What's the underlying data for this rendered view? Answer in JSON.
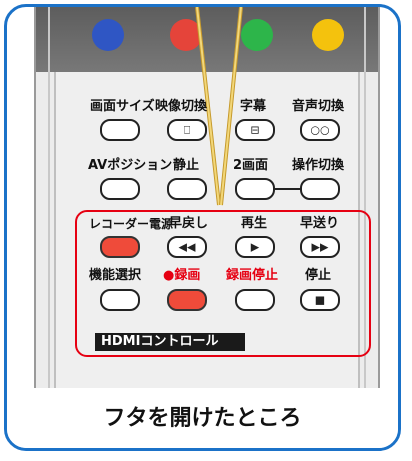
{
  "colors": {
    "frame_blue": "#1b72c8",
    "highlight_red": "#e60012",
    "blue_button": "#2f56c4",
    "red_button": "#e5443a",
    "green_button": "#2db54a",
    "yellow_button": "#f4c20d"
  },
  "labels": {
    "screen_size": "画面サイズ",
    "video_switch": "映像切換",
    "subtitle": "字幕",
    "audio_switch": "音声切換",
    "av_position": "AVポジション",
    "pause": "静止",
    "dual_screen": "2画面",
    "operation_switch": "操作切換",
    "recorder_power": "レコーダー電源",
    "rewind": "早戻し",
    "play": "再生",
    "fast_forward": "早送り",
    "function_select": "機能選択",
    "record": "●録画",
    "record_stop": "録画停止",
    "stop": "停止"
  },
  "hdmi_label": "HDMIコントロール",
  "caption": "フタを開けたところ"
}
